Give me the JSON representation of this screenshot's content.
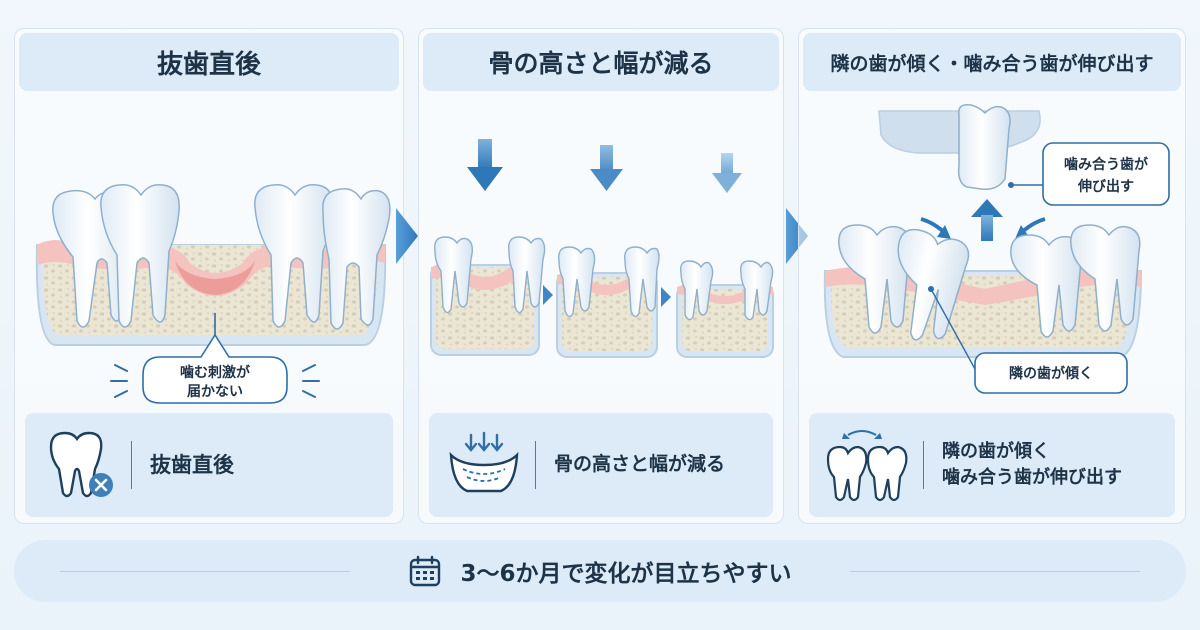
{
  "panels": [
    {
      "heading": "抜歯直後",
      "callout_lines": [
        "噛む刺激が",
        "届かない"
      ],
      "footer_lines": [
        "抜歯直後"
      ],
      "footer_icon": "tooth-extraction-icon"
    },
    {
      "heading": "骨の高さと幅が減る",
      "footer_lines": [
        "骨の高さと幅が減る"
      ],
      "footer_icon": "bone-shrink-icon"
    },
    {
      "heading": "隣の歯が傾く・噛み合う歯が伸び出す",
      "callout_top_lines": [
        "噛み合う歯が",
        "伸び出す"
      ],
      "callout_bottom": "隣の歯が傾く",
      "footer_lines": [
        "隣の歯が傾く",
        "噛み合う歯が伸び出す"
      ],
      "footer_icon": "teeth-shift-icon"
    }
  ],
  "bottom_bar": {
    "icon": "calendar-icon",
    "text": "3〜6か月で変化が目立ちやすい"
  },
  "colors": {
    "heading_bg": "#dcebf7",
    "accent_blue": "#3f86c4",
    "gum_pink": "#f2a9a6",
    "bone": "#ece6d6",
    "text_dark": "#1e3348"
  }
}
